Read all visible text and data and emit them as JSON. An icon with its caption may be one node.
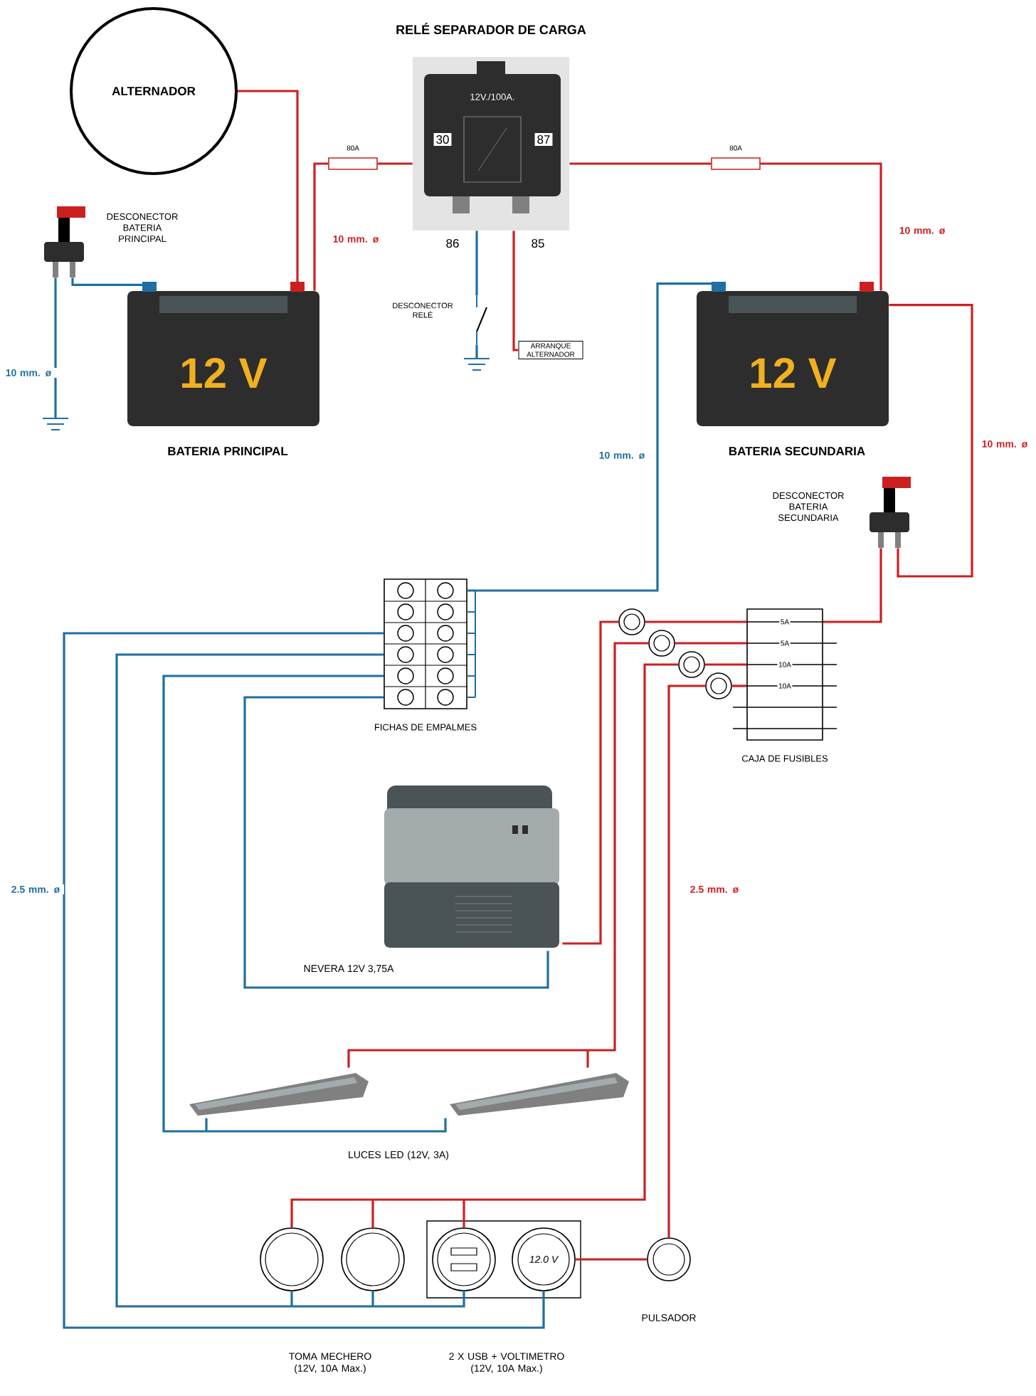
{
  "diagram": {
    "nodes": [
      {
        "text": [
          "ALTERNADOR"
        ]
      },
      {
        "text": [
          "RELÉ SEPARADOR DE CARGA",
          "12V./100A.",
          "30",
          "87",
          "86",
          "85"
        ]
      },
      {
        "text": [
          "80A"
        ]
      },
      {
        "text": [
          "80A"
        ]
      },
      {
        "text": [
          "DESCONECTOR BATERIA PRINCIPAL"
        ]
      },
      {
        "text": [
          "12 V",
          "BATERIA PRINCIPAL"
        ]
      },
      {
        "text": [],
        "shape": "ground"
      },
      {
        "text": [
          "DESCONECTOR RELÉ"
        ]
      },
      {
        "text": [],
        "shape": "ground"
      },
      {
        "text": [
          "ARRANQUE ALTERNADOR"
        ]
      },
      {
        "text": [
          "12 V",
          "BATERIA SECUNDARIA"
        ]
      },
      {
        "text": [
          "DESCONECTOR BATERIA SECUNDARIA"
        ]
      },
      {
        "text": [
          "FICHAS DE EMPALMES"
        ]
      },
      {
        "text": [
          "5A",
          "5A",
          "10A",
          "10A",
          "CAJA DE FUSIBLES"
        ]
      },
      {
        "text": [],
        "shape": "circle"
      },
      {
        "text": [],
        "shape": "circle"
      },
      {
        "text": [],
        "shape": "circle"
      },
      {
        "text": [],
        "shape": "circle"
      },
      {
        "text": [
          "NEVERA 12V 3,75A"
        ]
      },
      {
        "text": [],
        "shape": "picture"
      },
      {
        "text": [],
        "shape": "picture"
      },
      {
        "text": [],
        "shape": "circle"
      },
      {
        "text": [],
        "shape": "circle"
      },
      {
        "text": [],
        "shape": "box"
      },
      {
        "text": [],
        "shape": "circle",
        "in": 23
      },
      {
        "text": [
          "12.0 V"
        ],
        "in": 23
      },
      {
        "text": [
          "PULSADOR"
        ]
      }
    ],
    "edges": [
      {
        "from": 0,
        "to": 5,
        "arrow": "none"
      },
      {
        "from": 5,
        "to": 2,
        "arrow": "none",
        "label": "10 mm. ø"
      },
      {
        "from": 2,
        "to": 1,
        "arrow": "none"
      },
      {
        "from": 1,
        "to": 3,
        "arrow": "none"
      },
      {
        "from": 3,
        "to": 10,
        "arrow": "none",
        "label": "10 mm. ø"
      },
      {
        "from": 1,
        "to": 9,
        "arrow": "none"
      },
      {
        "from": 10,
        "to": 11,
        "arrow": "none",
        "label": "10 mm. ø"
      },
      {
        "from": 11,
        "to": 13,
        "arrow": "none"
      },
      {
        "from": 13,
        "to": 14,
        "arrow": "none"
      },
      {
        "from": 13,
        "to": 15,
        "arrow": "none"
      },
      {
        "from": 13,
        "to": 16,
        "arrow": "none"
      },
      {
        "from": 13,
        "to": 17,
        "arrow": "none"
      },
      {
        "from": 14,
        "to": 18,
        "arrow": "none"
      },
      {
        "from": 15,
        "to": 19,
        "arrow": "none"
      },
      {
        "from": 15,
        "to": 20,
        "arrow": "none"
      },
      {
        "from": 16,
        "to": 21,
        "arrow": "none"
      },
      {
        "from": 16,
        "to": 22,
        "arrow": "none"
      },
      {
        "from": 16,
        "to": 24,
        "arrow": "none"
      },
      {
        "from": 17,
        "to": 26,
        "arrow": "none",
        "label": "2.5 mm. ø"
      },
      {
        "from": 26,
        "to": 25,
        "arrow": "none"
      },
      {
        "from": 4,
        "to": 5,
        "arrow": "none",
        "color": "#1f6fa0"
      },
      {
        "from": 4,
        "to": 6,
        "arrow": "none",
        "color": "#1f6fa0",
        "label": "10 mm. ø"
      },
      {
        "from": 1,
        "to": 7,
        "arrow": "none",
        "color": "#1f6fa0"
      },
      {
        "from": 7,
        "to": 8,
        "arrow": "none",
        "color": "#1f6fa0"
      },
      {
        "from": 10,
        "to": 12,
        "arrow": "none",
        "color": "#1f6fa0",
        "label": "10 mm. ø"
      },
      {
        "from": 12,
        "to": 25,
        "arrow": "none",
        "color": "#1f6fa0",
        "label": "2.5 mm. ø"
      },
      {
        "from": 12,
        "to": 21,
        "arrow": "none",
        "color": "#1f6fa0"
      },
      {
        "from": 12,
        "to": 22,
        "arrow": "none",
        "color": "#1f6fa0"
      },
      {
        "from": 12,
        "to": 24,
        "arrow": "none",
        "color": "#1f6fa0"
      },
      {
        "from": 12,
        "to": 19,
        "arrow": "none",
        "color": "#1f6fa0"
      },
      {
        "from": 12,
        "to": 20,
        "arrow": "none",
        "color": "#1f6fa0"
      },
      {
        "from": 12,
        "to": 18,
        "arrow": "none",
        "color": "#1f6fa0"
      }
    ],
    "labels": [
      "LUCES LED (12V, 3A)",
      "TOMA MECHERO (12V, 10A Max.)",
      "2 X USB + VOLTIMETRO (12V, 10A Max.)"
    ]
  }
}
